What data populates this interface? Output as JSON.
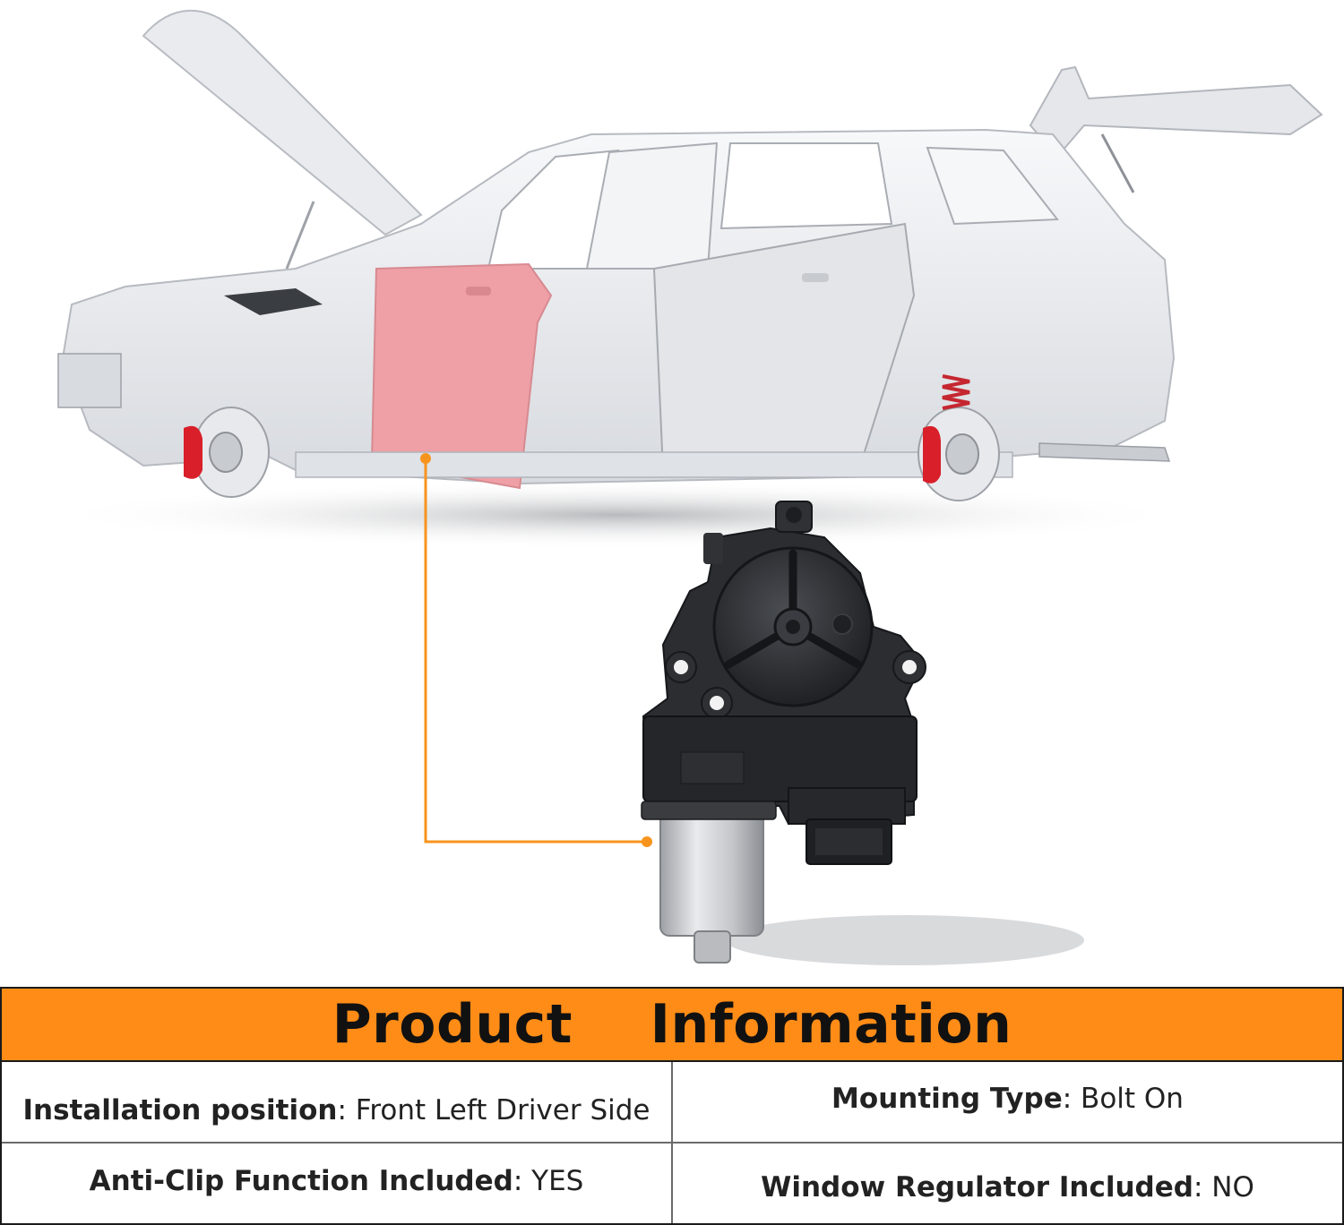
{
  "header": {
    "title": "Product  Information"
  },
  "specs": [
    {
      "label": "Installation position",
      "value": "Front Left Driver Side"
    },
    {
      "label": "Mounting Type",
      "value": "Bolt On"
    },
    {
      "label": "Anti-Clip Function Included",
      "value": "YES"
    },
    {
      "label": "Window Regulator Included",
      "value": "NO"
    }
  ],
  "colors": {
    "accent": "#ff8c17",
    "door_highlight": "#eea0a6",
    "caliper": "#d81f2a",
    "body": "#eef0f3"
  },
  "icons": [
    "car-body-illustration",
    "window-motor-illustration",
    "callout-dot-icon"
  ]
}
